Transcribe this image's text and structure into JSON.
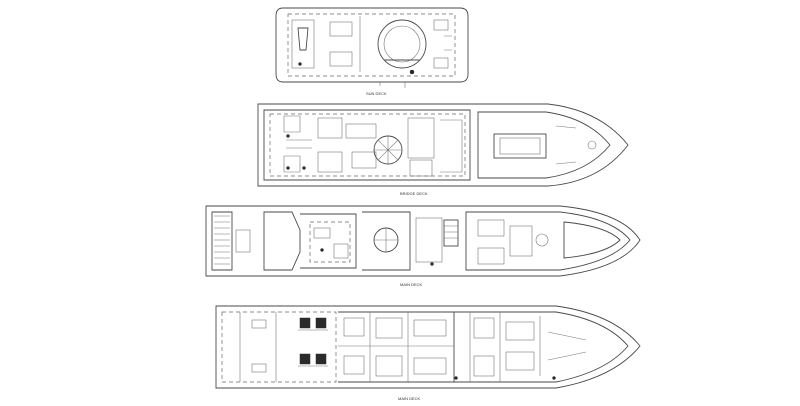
{
  "deck_labels": {
    "sun_deck": "SUN DECK",
    "bridge_deck": "BRIDGE DECK",
    "main_deck": "MAIN DECK",
    "lower_deck": "MAIN DECK"
  },
  "colors": {
    "background": "#ffffff",
    "line": "#4a4a4a",
    "machinery": "#2a2a2a"
  }
}
